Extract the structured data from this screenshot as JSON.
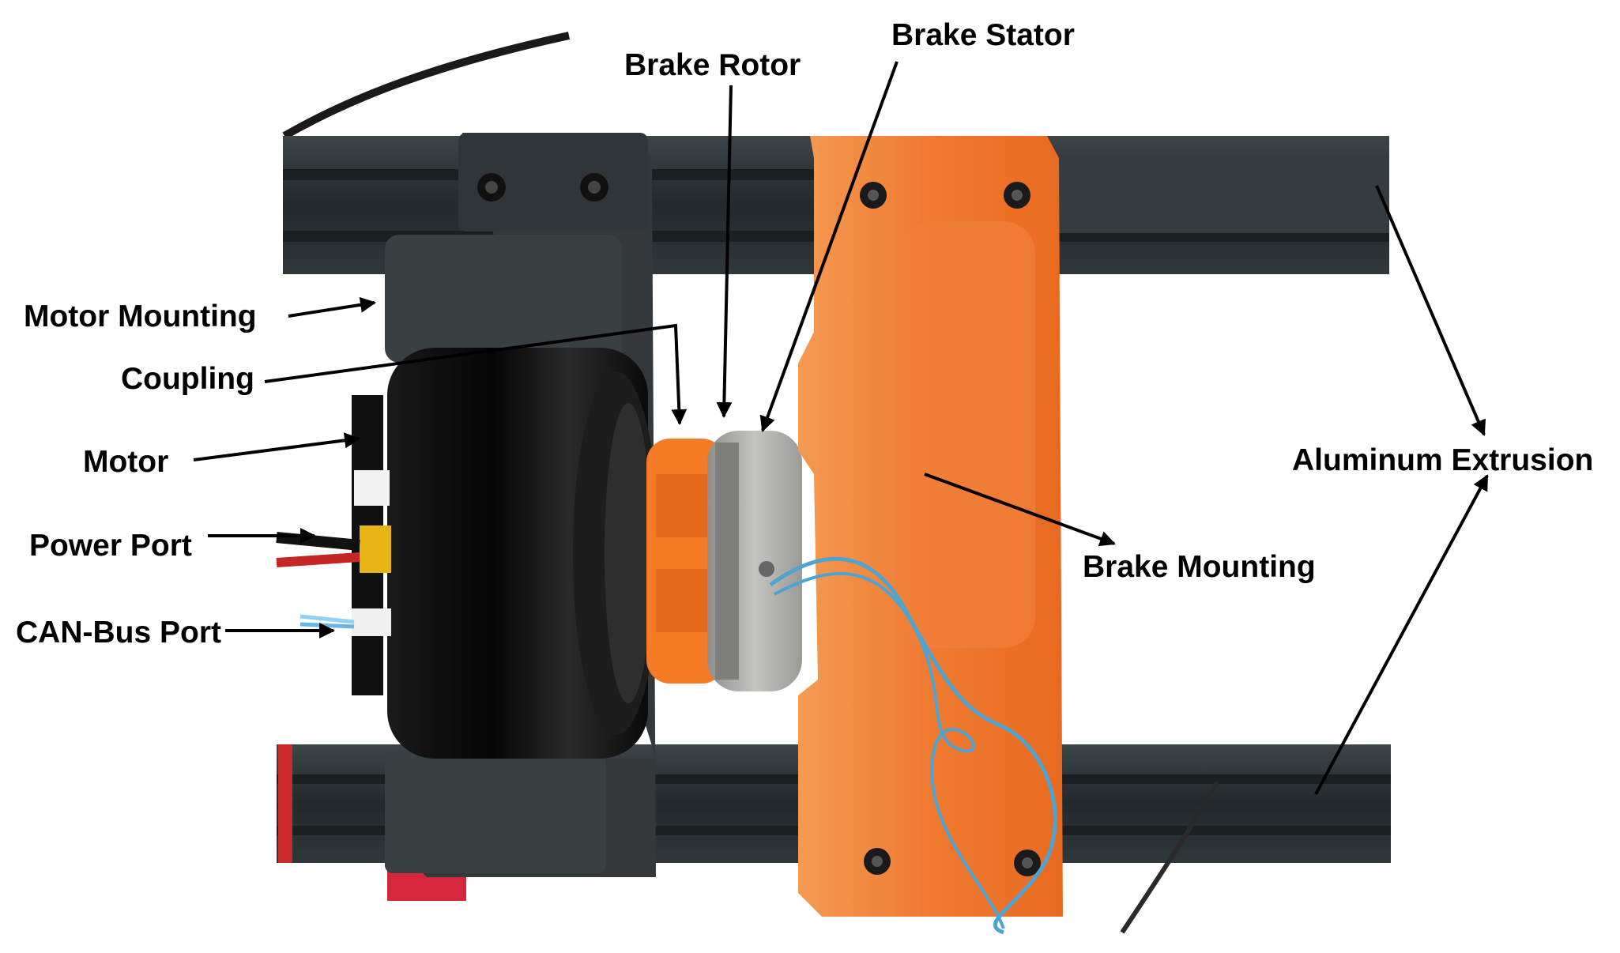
{
  "labels": {
    "brake_rotor": "Brake Rotor",
    "brake_stator": "Brake Stator",
    "motor_mounting": "Motor Mounting",
    "coupling": "Coupling",
    "motor": "Motor",
    "power_port": "Power Port",
    "can_bus_port": "CAN-Bus Port",
    "aluminum_extrusion": "Aluminum Extrusion",
    "brake_mounting": "Brake Mounting"
  },
  "colors": {
    "extrusion": "#2b3134",
    "motor_mount": "#34383a",
    "motor_body": "#0d0d0d",
    "orange_part": "#f07a2c",
    "coupling": "#f47a26",
    "brake": "#a8a8a4",
    "wire": "#4fa3d1",
    "text": "#000000",
    "background": "#ffffff"
  }
}
